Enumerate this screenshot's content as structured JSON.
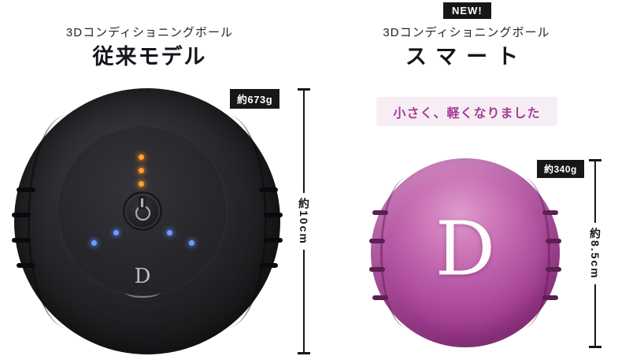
{
  "old_product": {
    "series_label": "3Dコンディショニングボール",
    "model_label": "従来モデル",
    "weight": "約673g",
    "height": "約10cm",
    "logo": "D"
  },
  "new_product": {
    "badge": "NEW!",
    "series_label": "3Dコンディショニングボール",
    "model_label": "スマート",
    "callout": "小さく、軽くなりました",
    "weight": "約340g",
    "height": "約8.5cm",
    "logo": "D"
  },
  "colors": {
    "accent_magenta": "#a63c95",
    "ball_magenta": "#b2519f",
    "ball_black": "#1d1d20",
    "tag_black": "#17171a",
    "callout_bg": "#f7eef5",
    "led_orange": "#ffa02e",
    "led_blue": "#6e9bff"
  }
}
